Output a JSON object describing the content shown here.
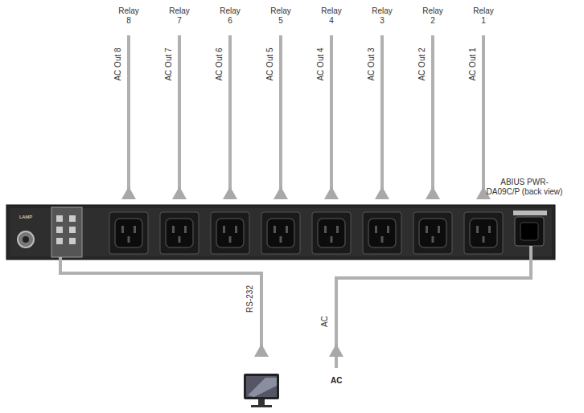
{
  "diagram": {
    "nodes": [
      {
        "text": [
          "ABIUS PWR-DA09C/P (back view)"
        ]
      }
    ],
    "labels": [
      "Relay 8",
      "Relay 7",
      "Relay 6",
      "Relay 5",
      "Relay 4",
      "Relay 3",
      "Relay 2",
      "Relay 1",
      "AC Out 8",
      "AC Out 7",
      "AC Out 6",
      "AC Out 5",
      "AC Out 4",
      "AC Out 3",
      "AC Out 2",
      "AC Out 1",
      "RS-232",
      "AC",
      "AC",
      "LAMP"
    ]
  }
}
